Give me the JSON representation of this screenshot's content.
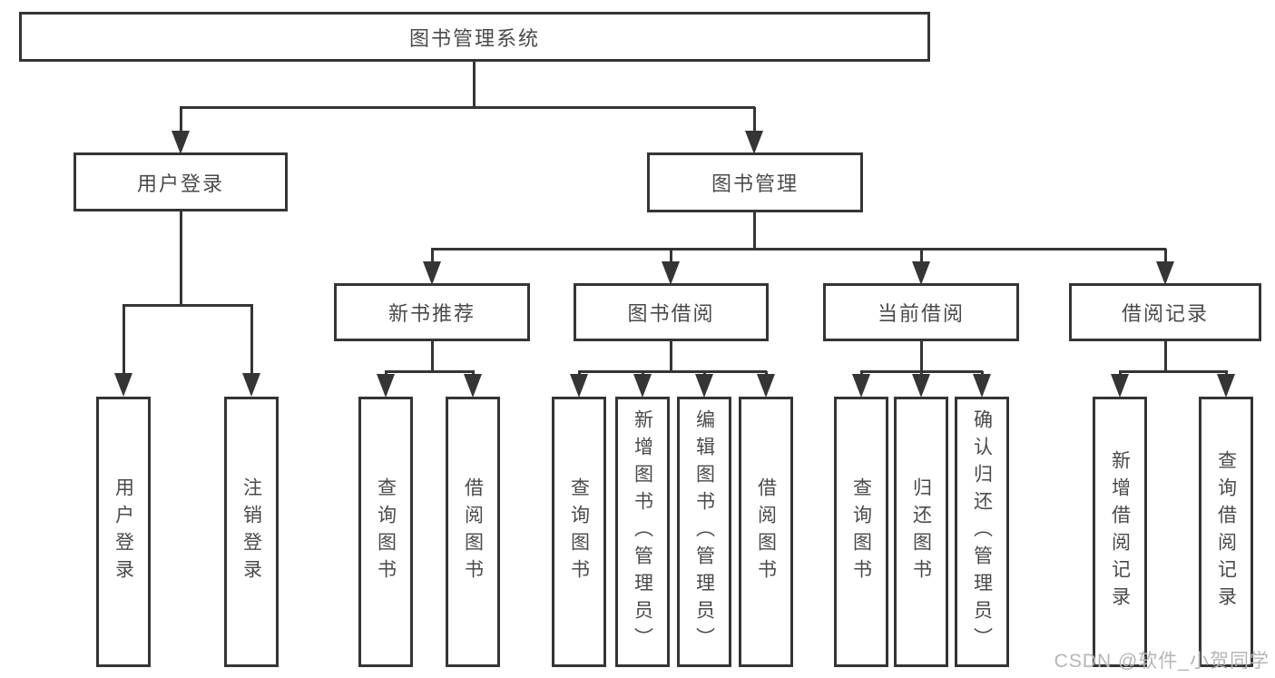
{
  "diagram": {
    "root_label": "图书管理系统",
    "level2": {
      "user_login": "用户登录",
      "book_management": "图书管理"
    },
    "level3": {
      "new_book_recommend": "新书推荐",
      "book_borrow": "图书借阅",
      "current_borrow": "当前借阅",
      "borrow_record": "借阅记录"
    },
    "leaves": {
      "user_login": [
        "用户登录",
        "注销登录"
      ],
      "new_book_recommend": [
        "查询图书",
        "借阅图书"
      ],
      "book_borrow": [
        "查询图书",
        "新增图书（管理员）",
        "编辑图书（管理员）",
        "借阅图书"
      ],
      "current_borrow": [
        "查询图书",
        "归还图书",
        "确认归还（管理员）"
      ],
      "borrow_record": [
        "新增借阅记录",
        "查询借阅记录"
      ]
    }
  },
  "watermark": "CSDN @软件_小贺同学",
  "colors": {
    "line": "#353535",
    "text": "#4a4a4a",
    "watermark": "#b5b5b5",
    "background": "#ffffff"
  }
}
